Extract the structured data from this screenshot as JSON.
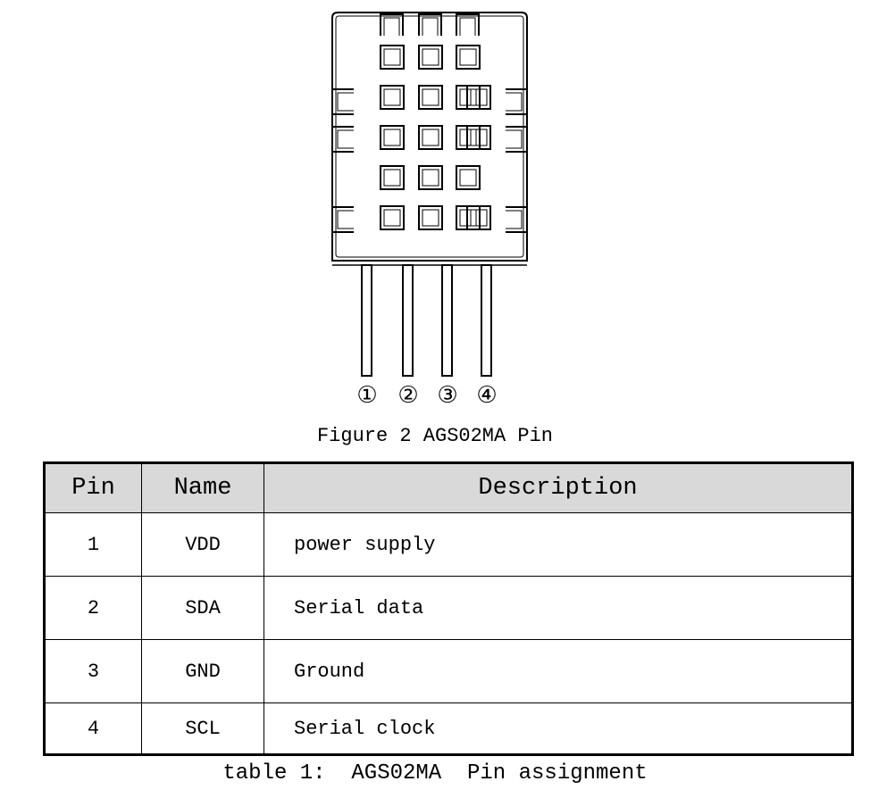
{
  "figure": {
    "pin_numbers": [
      "①",
      "②",
      "③",
      "④"
    ],
    "caption": "Figure 2 AGS02MA Pin"
  },
  "table": {
    "headers": {
      "pin": "Pin",
      "name": "Name",
      "description": "Description"
    },
    "rows": [
      {
        "pin": "1",
        "name": "VDD",
        "description": "power supply"
      },
      {
        "pin": "2",
        "name": "SDA",
        "description": "Serial data"
      },
      {
        "pin": "3",
        "name": "GND",
        "description": "Ground"
      },
      {
        "pin": "4",
        "name": "SCL",
        "description": "Serial clock"
      }
    ],
    "caption": "table 1:  AGS02MA  Pin assignment"
  }
}
